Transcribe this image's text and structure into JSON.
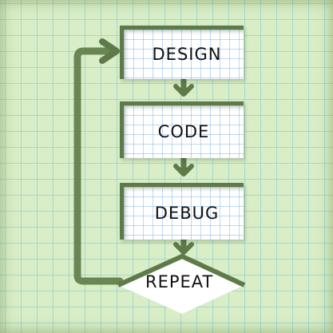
{
  "steps": [
    {
      "label": "DESIGN"
    },
    {
      "label": "CODE"
    },
    {
      "label": "DEBUG"
    }
  ],
  "decision": {
    "label": "REPEAT"
  },
  "colors": {
    "background": "#d9edc6",
    "grid": "#78c8d7",
    "stroke": "#5e7a48",
    "card": "#ffffff"
  }
}
